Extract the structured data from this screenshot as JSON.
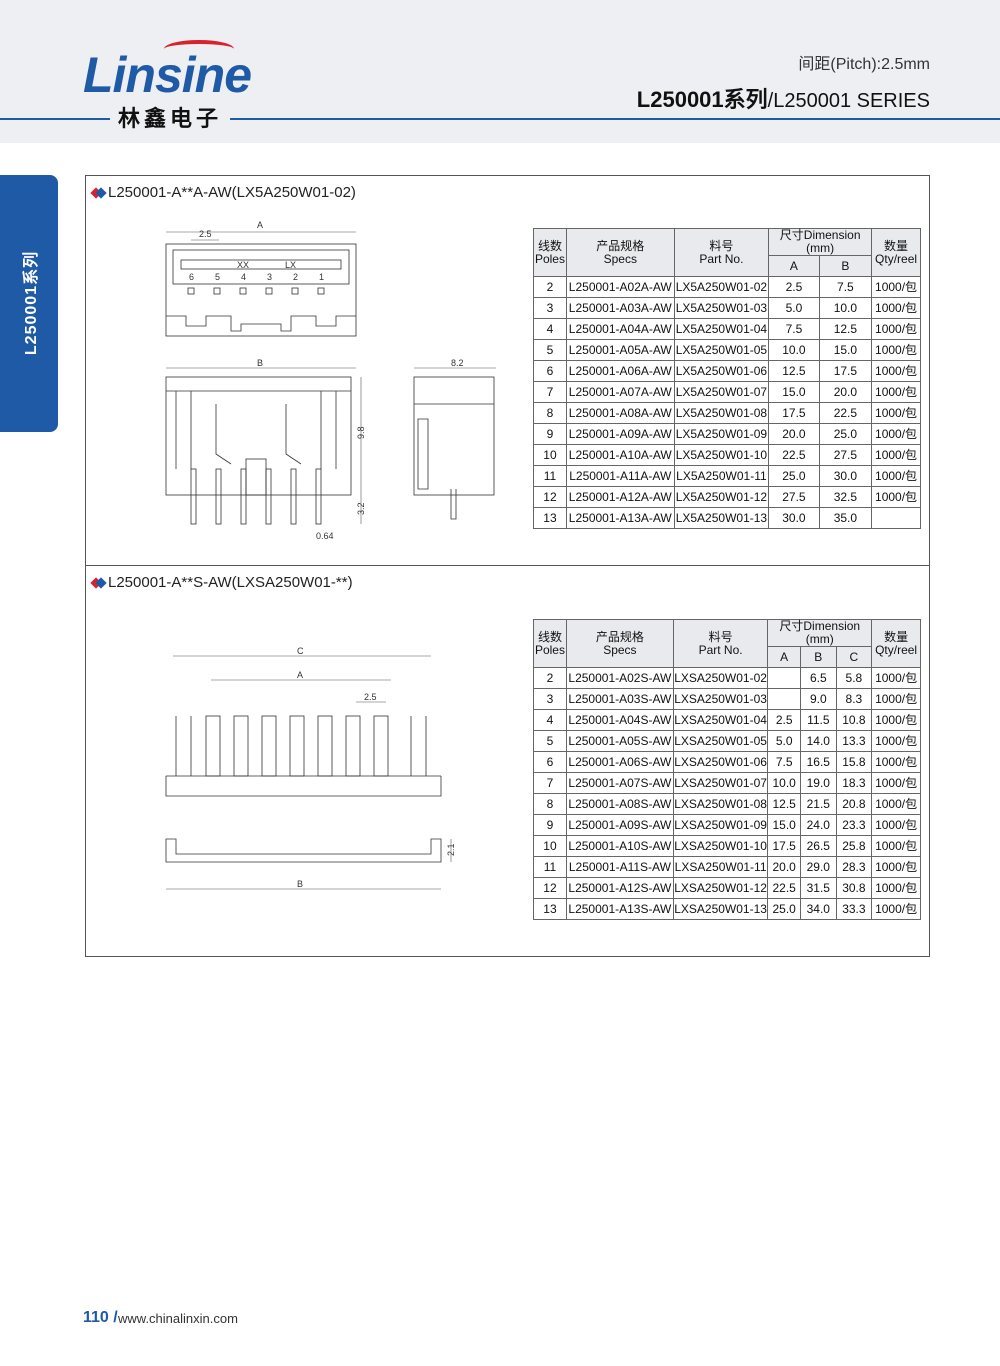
{
  "header": {
    "brand": "Linsine",
    "brand_cn": "林鑫电子",
    "pitch": "间距(Pitch):2.5mm",
    "series_bold": "L250001系列",
    "series_light": "/L250001 SERIES"
  },
  "side_tab": "L250001系列",
  "section1": {
    "title": "L250001-A**A-AW(LX5A250W01-02)",
    "dims": {
      "A": "A",
      "B": "B",
      "pitch": "2.5",
      "h1": "9.8",
      "h2": "3.2",
      "pin": "0.64",
      "depth": "8.2",
      "marking": "XX",
      "marking2": "LX",
      "pins": [
        "6",
        "5",
        "4",
        "3",
        "2",
        "1"
      ]
    },
    "table": {
      "h_poles_cn": "线数",
      "h_poles_en": "Poles",
      "h_specs_cn": "产品规格",
      "h_specs_en": "Specs",
      "h_part_cn": "料号",
      "h_part_en": "Part No.",
      "h_dim": "尺寸Dimension (mm)",
      "h_qty_cn": "数量",
      "h_qty_en": "Qty/reel",
      "h_a": "A",
      "h_b": "B",
      "rows": [
        [
          "2",
          "L250001-A02A-AW",
          "LX5A250W01-02",
          "2.5",
          "7.5",
          "1000/包"
        ],
        [
          "3",
          "L250001-A03A-AW",
          "LX5A250W01-03",
          "5.0",
          "10.0",
          "1000/包"
        ],
        [
          "4",
          "L250001-A04A-AW",
          "LX5A250W01-04",
          "7.5",
          "12.5",
          "1000/包"
        ],
        [
          "5",
          "L250001-A05A-AW",
          "LX5A250W01-05",
          "10.0",
          "15.0",
          "1000/包"
        ],
        [
          "6",
          "L250001-A06A-AW",
          "LX5A250W01-06",
          "12.5",
          "17.5",
          "1000/包"
        ],
        [
          "7",
          "L250001-A07A-AW",
          "LX5A250W01-07",
          "15.0",
          "20.0",
          "1000/包"
        ],
        [
          "8",
          "L250001-A08A-AW",
          "LX5A250W01-08",
          "17.5",
          "22.5",
          "1000/包"
        ],
        [
          "9",
          "L250001-A09A-AW",
          "LX5A250W01-09",
          "20.0",
          "25.0",
          "1000/包"
        ],
        [
          "10",
          "L250001-A10A-AW",
          "LX5A250W01-10",
          "22.5",
          "27.5",
          "1000/包"
        ],
        [
          "11",
          "L250001-A11A-AW",
          "LX5A250W01-11",
          "25.0",
          "30.0",
          "1000/包"
        ],
        [
          "12",
          "L250001-A12A-AW",
          "LX5A250W01-12",
          "27.5",
          "32.5",
          "1000/包"
        ],
        [
          "13",
          "L250001-A13A-AW",
          "LX5A250W01-13",
          "30.0",
          "35.0",
          ""
        ]
      ]
    }
  },
  "section2": {
    "title": "L250001-A**S-AW(LXSA250W01-**)",
    "dims": {
      "A": "A",
      "B": "B",
      "C": "C",
      "pitch": "2.5",
      "h": "2.1"
    },
    "table": {
      "h_poles_cn": "线数",
      "h_poles_en": "Poles",
      "h_specs_cn": "产品规格",
      "h_specs_en": "Specs",
      "h_part_cn": "料号",
      "h_part_en": "Part No.",
      "h_dim": "尺寸Dimension (mm)",
      "h_qty_cn": "数量",
      "h_qty_en": "Qty/reel",
      "h_a": "A",
      "h_b": "B",
      "h_c": "C",
      "rows": [
        [
          "2",
          "L250001-A02S-AW",
          "LXSA250W01-02",
          "",
          "6.5",
          "5.8",
          "1000/包"
        ],
        [
          "3",
          "L250001-A03S-AW",
          "LXSA250W01-03",
          "",
          "9.0",
          "8.3",
          "1000/包"
        ],
        [
          "4",
          "L250001-A04S-AW",
          "LXSA250W01-04",
          "2.5",
          "11.5",
          "10.8",
          "1000/包"
        ],
        [
          "5",
          "L250001-A05S-AW",
          "LXSA250W01-05",
          "5.0",
          "14.0",
          "13.3",
          "1000/包"
        ],
        [
          "6",
          "L250001-A06S-AW",
          "LXSA250W01-06",
          "7.5",
          "16.5",
          "15.8",
          "1000/包"
        ],
        [
          "7",
          "L250001-A07S-AW",
          "LXSA250W01-07",
          "10.0",
          "19.0",
          "18.3",
          "1000/包"
        ],
        [
          "8",
          "L250001-A08S-AW",
          "LXSA250W01-08",
          "12.5",
          "21.5",
          "20.8",
          "1000/包"
        ],
        [
          "9",
          "L250001-A09S-AW",
          "LXSA250W01-09",
          "15.0",
          "24.0",
          "23.3",
          "1000/包"
        ],
        [
          "10",
          "L250001-A10S-AW",
          "LXSA250W01-10",
          "17.5",
          "26.5",
          "25.8",
          "1000/包"
        ],
        [
          "11",
          "L250001-A11S-AW",
          "LXSA250W01-11",
          "20.0",
          "29.0",
          "28.3",
          "1000/包"
        ],
        [
          "12",
          "L250001-A12S-AW",
          "LXSA250W01-12",
          "22.5",
          "31.5",
          "30.8",
          "1000/包"
        ],
        [
          "13",
          "L250001-A13S-AW",
          "LXSA250W01-13",
          "25.0",
          "34.0",
          "33.3",
          "1000/包"
        ]
      ]
    }
  },
  "footer": {
    "page": "110",
    "sep": "/",
    "url": "www.chinalinxin.com"
  }
}
